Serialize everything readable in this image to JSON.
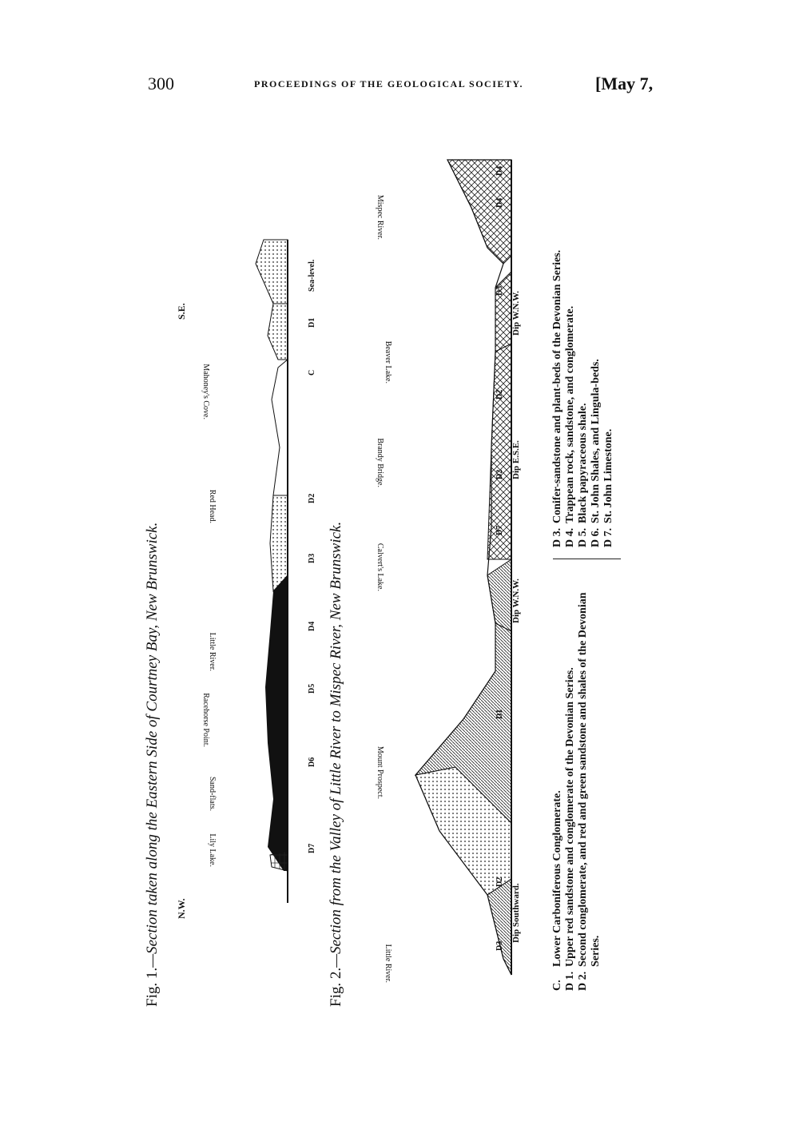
{
  "header": {
    "page_number": "300",
    "running_title": "PROCEEDINGS OF THE GEOLOGICAL SOCIETY.",
    "date": "[May 7,"
  },
  "fig1": {
    "caption_label": "Fig. 1.",
    "caption": "—Section taken along the Eastern Side of Courtney Bay, New Brunswick.",
    "nw": "N.W.",
    "se": "S.E.",
    "sea_level": "Sea-level.",
    "localities": [
      "Lily Lake.",
      "Sand-flats.",
      "Racehorse Point.",
      "Little River.",
      "Red Head.",
      "Mahoney's Cove."
    ],
    "strata": [
      "D7",
      "D6",
      "D5",
      "D4",
      "D3",
      "D2",
      "C",
      "D1"
    ]
  },
  "fig2": {
    "caption_label": "Fig. 2.",
    "caption": "—Section from the Valley of Little River to Mispec River, New Brunswick.",
    "localities": [
      "Little River.",
      "Mount Prospect.",
      "Calvert's Lake.",
      "Brandy Bridge.",
      "Beaver Lake.",
      "Mispec River."
    ],
    "strata": [
      "D3",
      "D2",
      "D1",
      "D7",
      "D2",
      "D2",
      "D3",
      "D4",
      "D4"
    ],
    "dips": [
      "Dip Southward.",
      "Dip W.N.W.",
      "Dip E.S.E.",
      "Dip W.N.W."
    ]
  },
  "legend": {
    "left": [
      {
        "key": "C.",
        "text": "Lower Carboniferous Conglomerate."
      },
      {
        "key": "D 1.",
        "text": "Upper red sandstone and conglomerate of the Devonian Series."
      },
      {
        "key": "D 2.",
        "text": "Second conglomerate, and red and green sandstone and shales of the Devonian Series."
      }
    ],
    "right": [
      {
        "key": "D 3.",
        "text": "Conifer-sandstone and plant-beds of the Devonian Series."
      },
      {
        "key": "D 4.",
        "text": "Trappean rock, sandstone, and conglomerate."
      },
      {
        "key": "D 5.",
        "text": "Black papyraceous shale."
      },
      {
        "key": "D 6.",
        "text": "St. John Shales, and Lingula-beds."
      },
      {
        "key": "D 7.",
        "text": "St. John Limestone."
      }
    ]
  }
}
